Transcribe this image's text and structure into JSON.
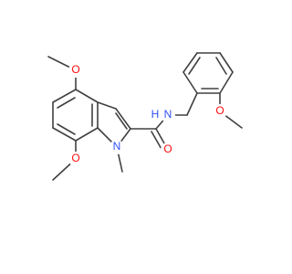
{
  "molecule": {
    "atom_labels": {
      "o_top": "O",
      "o_bottom": "O",
      "o_amide": "O",
      "o_right": "O",
      "n_ring": "N",
      "n_amide": "N",
      "h_amide": "H"
    },
    "methyl_labels": {
      "n_methyl": "",
      "o_methyl": ""
    }
  },
  "colors": {
    "bond": "#404040",
    "oxygen": "#ff0d0d",
    "nitrogen": "#3050f8",
    "background": "#ffffff"
  }
}
